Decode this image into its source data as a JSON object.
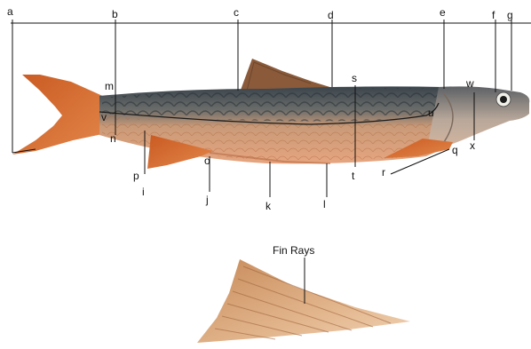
{
  "diagram": {
    "labels": {
      "a": "a",
      "b": "b",
      "c": "c",
      "d": "d",
      "e": "e",
      "f": "f",
      "g": "g",
      "m": "m",
      "v": "v",
      "n": "n",
      "p": "p",
      "i": "i",
      "o": "o",
      "j": "j",
      "k": "k",
      "l": "l",
      "s": "s",
      "t": "t",
      "u": "u",
      "w": "w",
      "x": "x",
      "q": "q",
      "r": "r"
    },
    "fin_caption": "Fin Rays"
  },
  "colors": {
    "background": "#ffffff",
    "fin_orange": "#d9692e",
    "belly_orange": "#e1a079",
    "back_dark": "#3f4a52",
    "fin_clip_light": "#e6b88f",
    "line": "#111111"
  }
}
